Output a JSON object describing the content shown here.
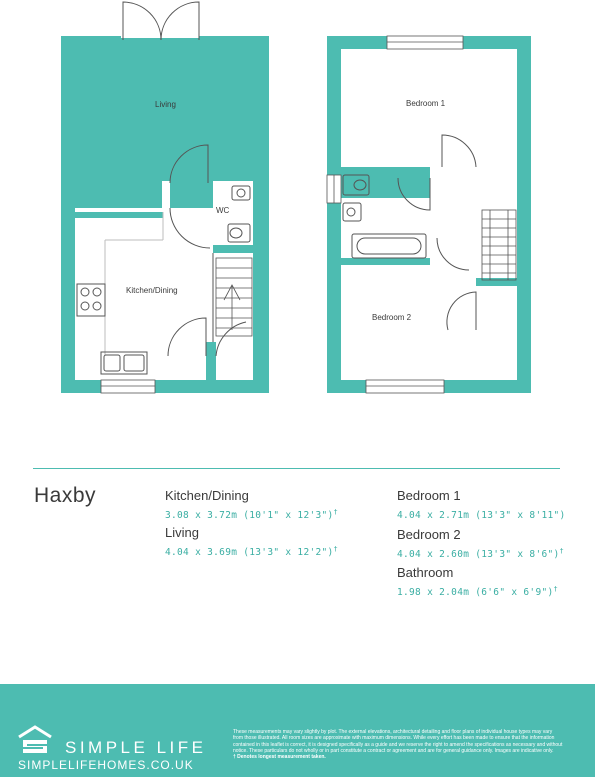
{
  "plan_labels": {
    "living": "Living",
    "wc": "WC",
    "kitchen_dining": "Kitchen/Dining",
    "bedroom1": "Bedroom 1",
    "bedroom2": "Bedroom 2"
  },
  "house_name": "Haxby",
  "rooms": [
    {
      "name": "Kitchen/Dining",
      "dims": "3.08 x 3.72m (10'1\" x 12'3\")",
      "mark": "†"
    },
    {
      "name": "Living",
      "dims": "4.04 x 3.69m (13'3\" x 12'2\")",
      "mark": "†"
    },
    {
      "name": "Bedroom 1",
      "dims": "4.04 x 2.71m (13'3\" x 8'11\")",
      "mark": ""
    },
    {
      "name": "Bedroom 2",
      "dims": "4.04 x 2.60m (13'3\" x 8'6\")",
      "mark": "†"
    },
    {
      "name": "Bathroom",
      "dims": "1.98 x 2.04m (6'6\" x 6'9\")",
      "mark": "†"
    }
  ],
  "footer": {
    "brand": "SIMPLE LIFE",
    "url": "SIMPLELIFEHOMES.CO.UK",
    "disclaimer": "These measurements may vary slightly by plot. The external elevations, architectural detailing and floor plans of individual house types may vary from those illustrated. All room sizes are approximate with maximum dimensions. While every effort has been made to ensure that the information contained in this leaflet is correct, it is designed specifically as a guide and we reserve the right to amend the specifications as necessary and without notice. These particulars do not wholly or in part constitute a contract or agreement and are for general guidance only. Images are indicative only.",
    "note": "† Denotes longest measurement taken."
  },
  "colors": {
    "teal": "#4dbcb1",
    "text": "#3a3a3a",
    "dims": "#3aaea3"
  }
}
